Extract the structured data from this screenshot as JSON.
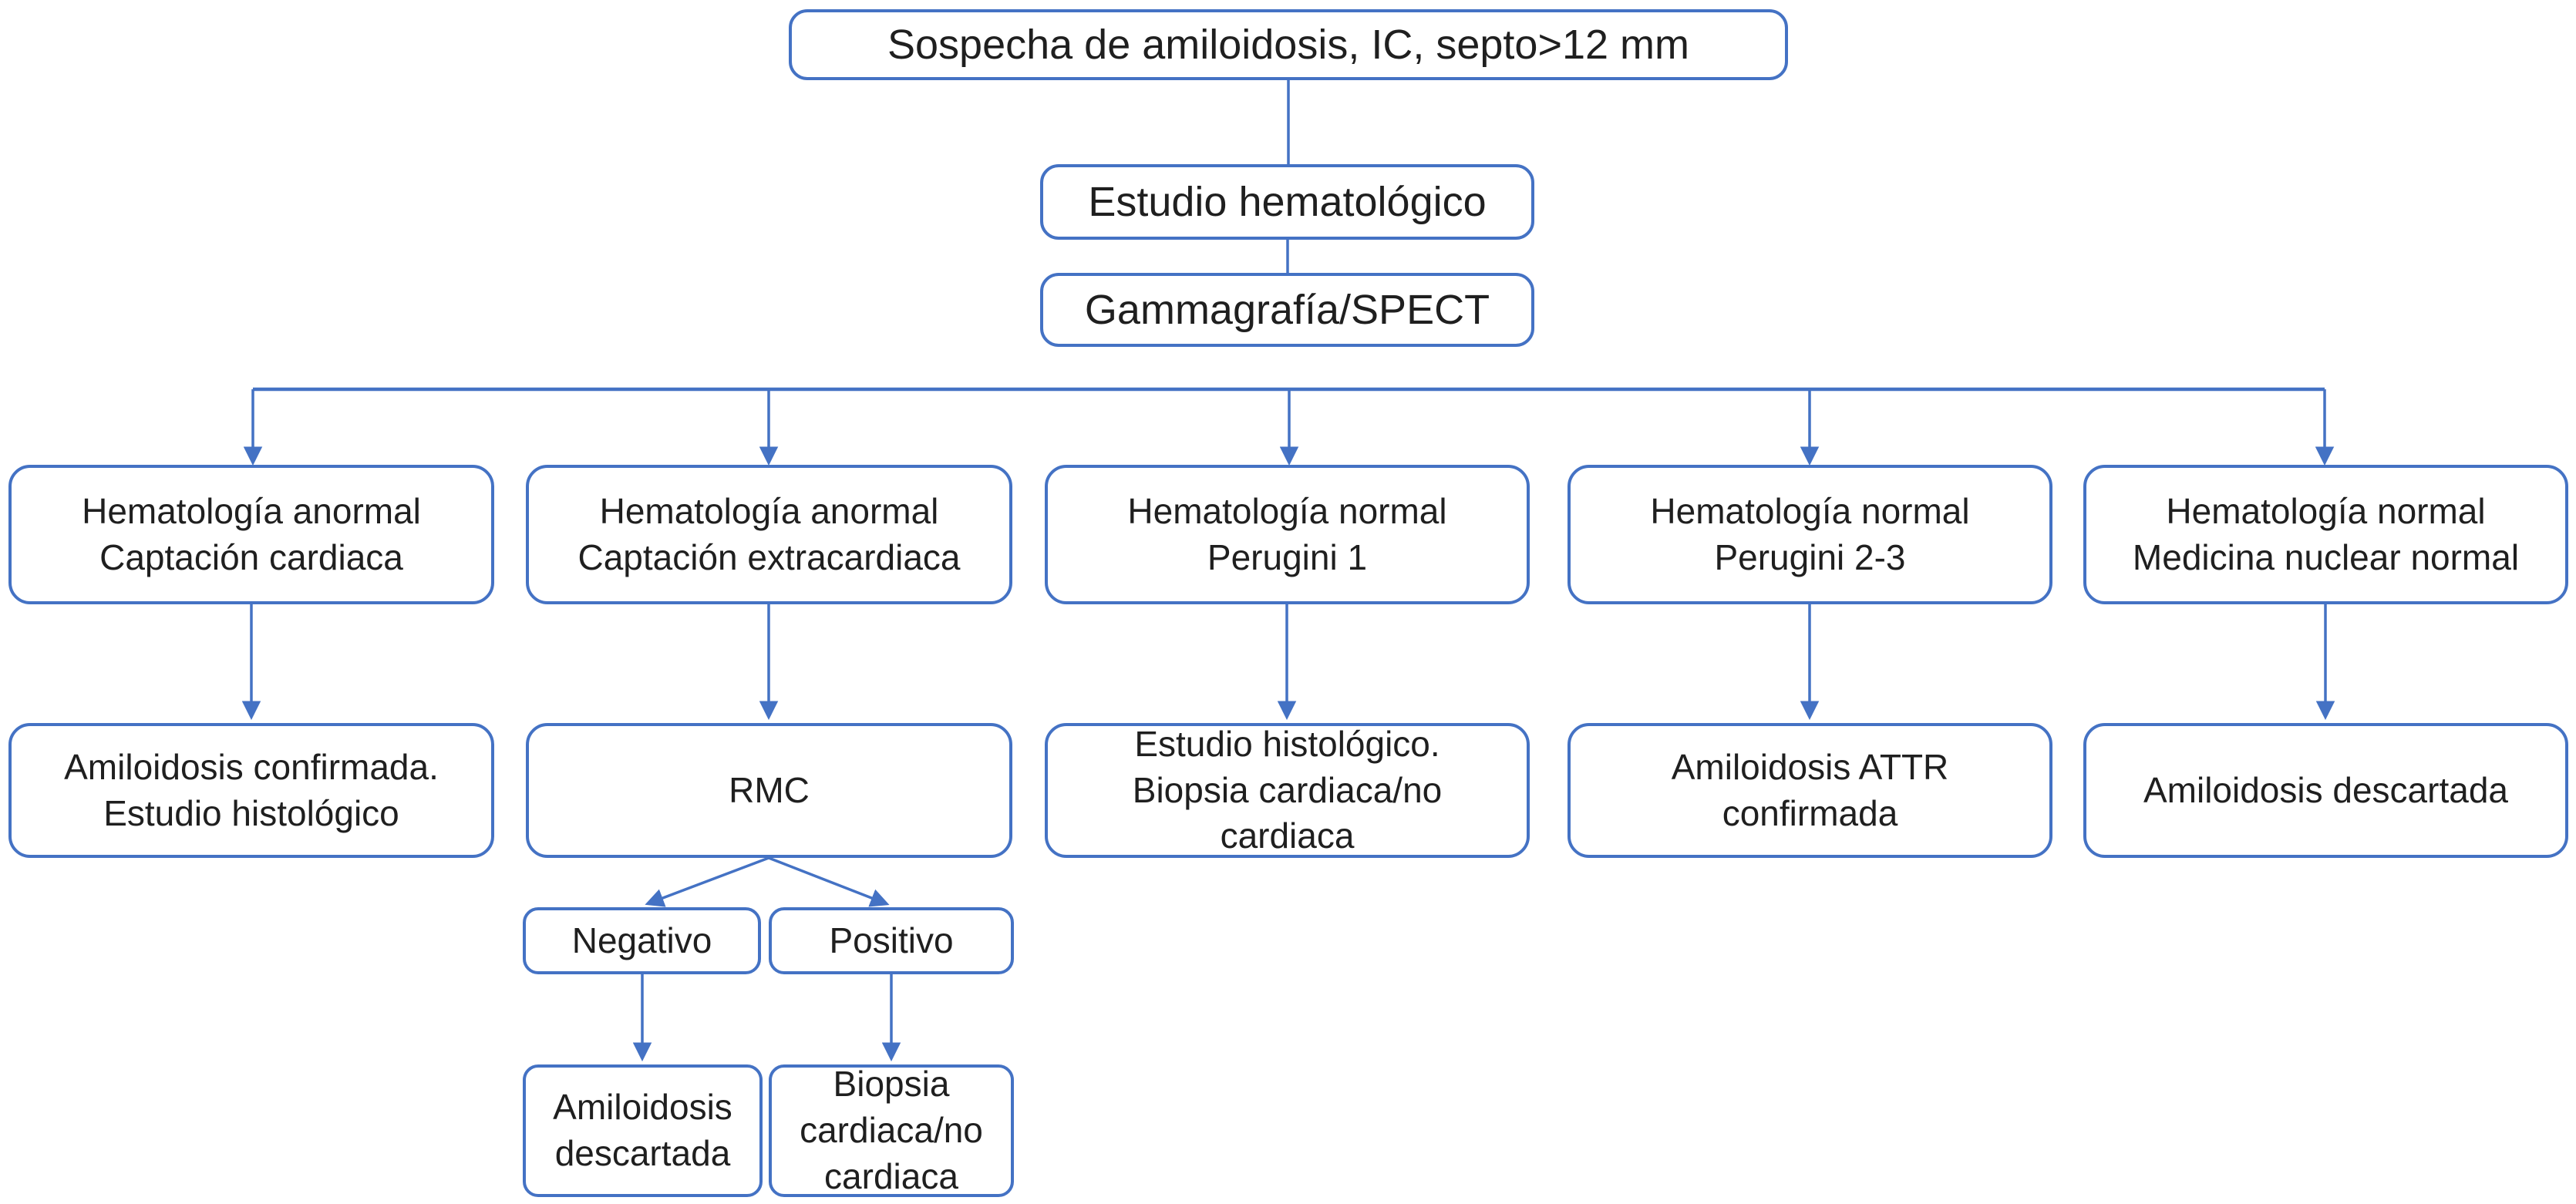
{
  "diagram": {
    "root": "Sospecha de amiloidosis, IC, septo>12 mm",
    "steps": [
      "Estudio hematológico",
      "Gammagrafía/SPECT"
    ],
    "branches": [
      {
        "condition": "Hematología anormal\nCaptación cardiaca",
        "outcome": "Amiloidosis confirmada.\nEstudio histológico"
      },
      {
        "condition": "Hematología anormal\nCaptación extracardiaca",
        "outcome": "RMC"
      },
      {
        "condition": "Hematología normal\nPerugini 1",
        "outcome": "Estudio histológico.\nBiopsia cardiaca/no\ncardiaca"
      },
      {
        "condition": "Hematología normal\nPerugini 2-3",
        "outcome": "Amiloidosis ATTR\nconfirmada"
      },
      {
        "condition": "Hematología normal\nMedicina nuclear normal",
        "outcome": "Amiloidosis descartada"
      }
    ],
    "rmc_branches": [
      {
        "result": "Negativo",
        "outcome": "Amiloidosis\ndescartada"
      },
      {
        "result": "Positivo",
        "outcome": "Biopsia\ncardiaca/no\ncardiaca"
      }
    ],
    "colors": {
      "line": "#4472C4",
      "text": "#1f1f1f",
      "bg": "#ffffff"
    }
  }
}
